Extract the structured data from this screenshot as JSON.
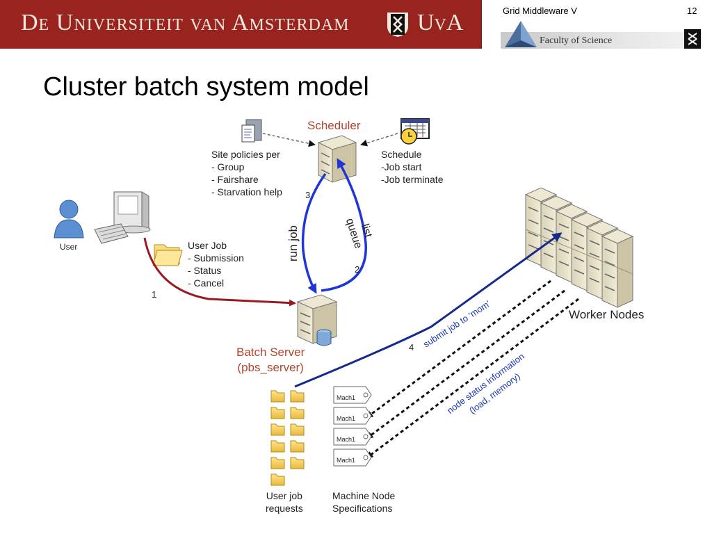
{
  "header": {
    "banner_text": "De Universiteit van Amsterdam",
    "banner_abbrev": "UvA",
    "course_title": "Grid Middleware V",
    "page_number": "12",
    "faculty_label": "Faculty of Science"
  },
  "slide": {
    "title": "Cluster batch system model"
  },
  "diagram": {
    "scheduler_label": "Scheduler",
    "site_policies": [
      "Site policies per",
      "- Group",
      "- Fairshare",
      "- Starvation help"
    ],
    "schedule": [
      "Schedule",
      "-Job start",
      "-Job terminate"
    ],
    "user_label": "User",
    "user_job": [
      "User Job",
      "- Submission",
      "- Status",
      "- Cancel"
    ],
    "batch_server": [
      "Batch Server",
      "(pbs_server)"
    ],
    "worker_nodes_label": "Worker Nodes",
    "run_job_label": "run job",
    "list_queue_label": [
      "list",
      "queue"
    ],
    "submit_job_label": "submit job to ‘mom’",
    "node_status_label": [
      "node status information",
      "(load, memory)"
    ],
    "step_numbers": [
      "1",
      "2",
      "3",
      "4"
    ],
    "user_job_requests": [
      "User job",
      "requests"
    ],
    "machine_node_specs": [
      "Machine Node",
      "Specifications"
    ],
    "mach_tags": [
      "Mach1",
      "Mach1",
      "Mach1",
      "Mach1"
    ]
  }
}
